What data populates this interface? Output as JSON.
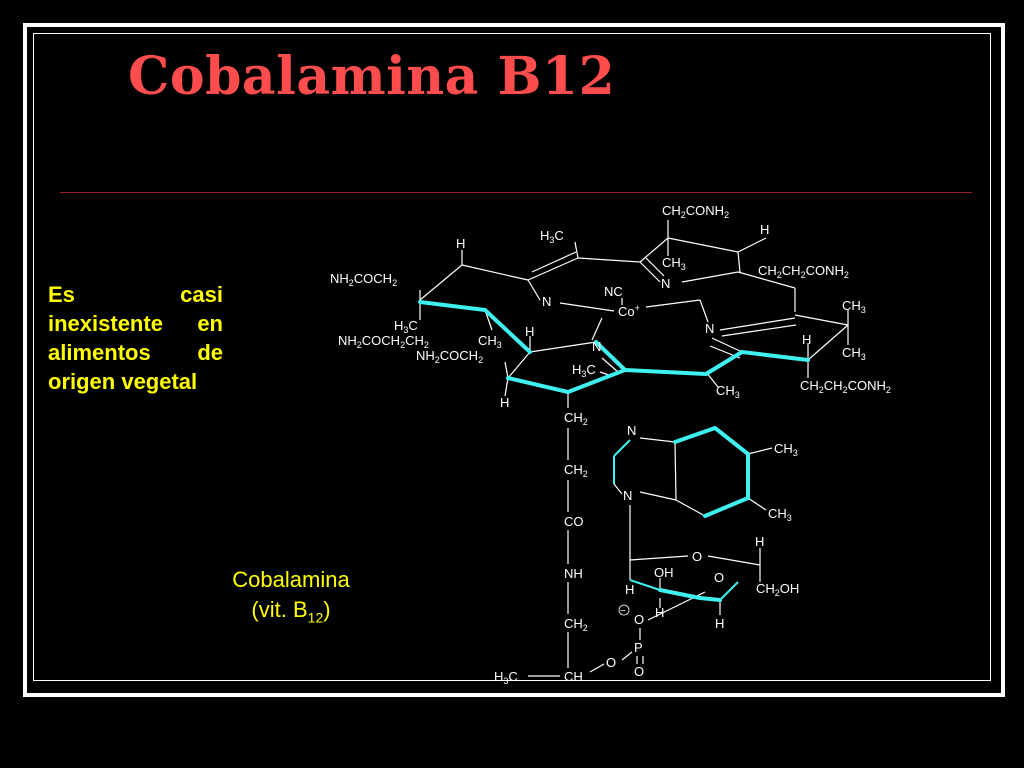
{
  "slide": {
    "title": "Cobalamina B12",
    "body_text": "Es casi inexistente en alimentos de origen vegetal",
    "caption_line1": "Cobalamina",
    "caption_line2_prefix": "(vit. B",
    "caption_line2_sub": "12",
    "caption_line2_suffix": ")"
  },
  "structure_labels": {
    "ch2conh2_top": [
      "CH",
      "2",
      "CONH",
      "2"
    ],
    "h_top_right": "H",
    "h3c_top": [
      "H",
      "3",
      "C"
    ],
    "h_left_top": "H",
    "ch3_top_mid": [
      "CH",
      "3"
    ],
    "n_top": "N",
    "ch2ch2conh2_top": [
      "CH",
      "2",
      "CH",
      "2",
      "CONH",
      "2"
    ],
    "nh2coch2_left": [
      "NH",
      "2",
      "COCH",
      "2"
    ],
    "nc_label": "NC",
    "n_left": "N",
    "co_label": "Co",
    "ch3_right_1": [
      "CH",
      "3"
    ],
    "h3c_left": [
      "H",
      "3",
      "C"
    ],
    "h_mid_left": "H",
    "n_right": "N",
    "nh2coch2ch2": [
      "NH",
      "2",
      "COCH",
      "2",
      "CH",
      "2"
    ],
    "ch3_left": [
      "CH",
      "3"
    ],
    "n_bottom": "N",
    "h_right_mid": "H",
    "ch3_right_2": [
      "CH",
      "3"
    ],
    "nh2coch2_mid": [
      "NH",
      "2",
      "COCH",
      "2"
    ],
    "h3c_mid": [
      "H",
      "3",
      "C"
    ],
    "ch3_bottom": [
      "CH",
      "3"
    ],
    "ch2ch2conh2_bottom": [
      "CH",
      "2",
      "CH",
      "2",
      "CONH",
      "2"
    ],
    "h_bottom_left": "H",
    "chain": [
      [
        "CH",
        "2"
      ],
      [
        "CH",
        "2"
      ],
      [
        "CO",
        ""
      ],
      [
        "NH",
        ""
      ],
      [
        "CH",
        "2"
      ]
    ],
    "n_benz_top": "N",
    "n_benz_bottom": "N",
    "ch3_benz_1": [
      "CH",
      "3"
    ],
    "ch3_benz_2": [
      "CH",
      "3"
    ],
    "o_sugar": "O",
    "h_sugar_top": "H",
    "oh_sugar": "OH",
    "o_sugar_mid": "O",
    "h_sugar_left": "H",
    "ch2oh_sugar": [
      "CH",
      "2",
      "OH"
    ],
    "h_sugar_mid": "H",
    "h_sugar_bottom": "H",
    "minus": "−",
    "o_phos_top": "O",
    "p_phos": "P",
    "o_phos_left": "O",
    "o_phos_bottom": "O",
    "h3c_chain": [
      "H",
      "3",
      "C"
    ],
    "ch_chain": "CH"
  },
  "colors": {
    "title": "#ff4d4d",
    "body_text": "#ffff00",
    "bold_bonds": "#3ff0f0",
    "background": "#000000"
  }
}
